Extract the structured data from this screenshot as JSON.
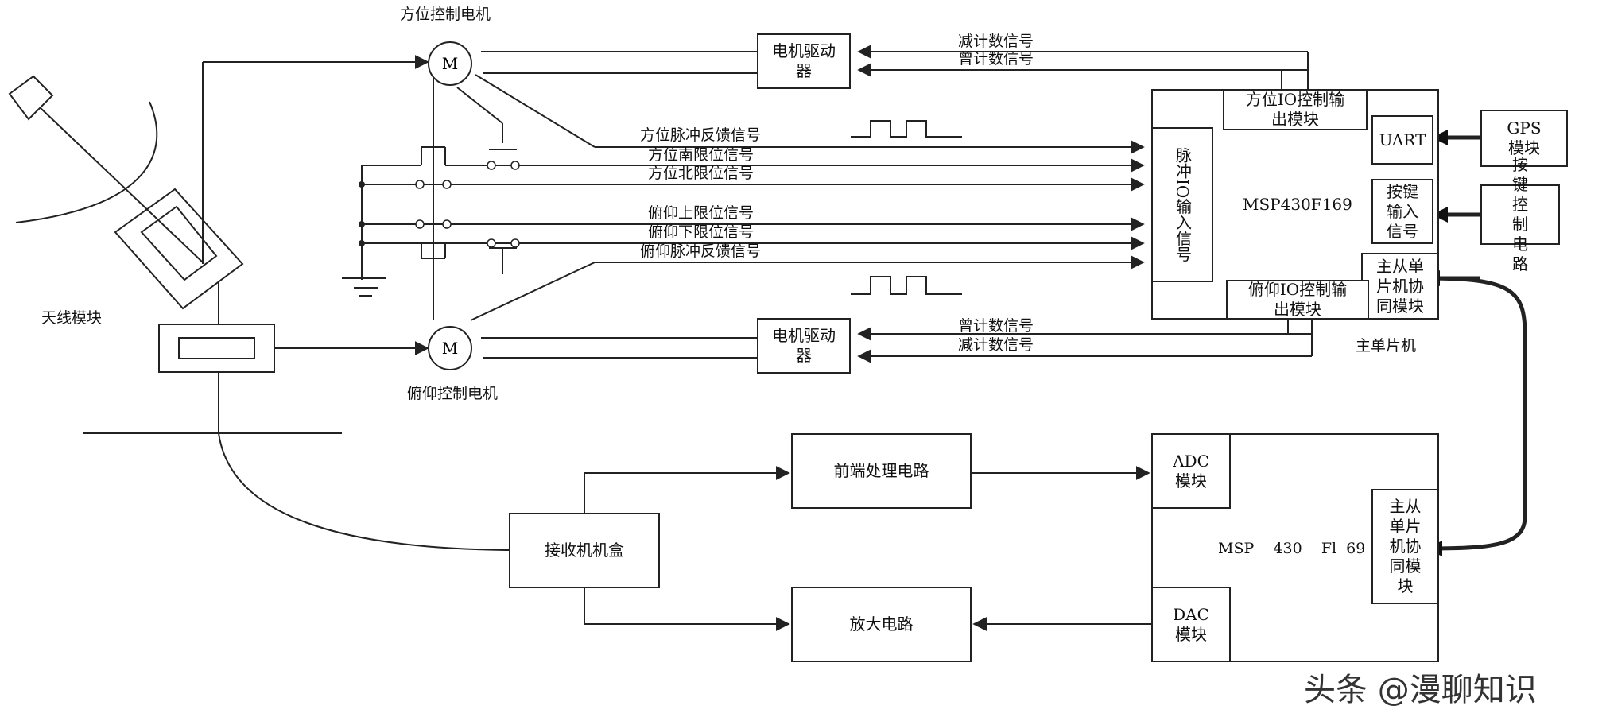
{
  "labels": {
    "azimuth_motor": "方位控制电机",
    "elevation_motor": "俯仰控制电机",
    "antenna_module": "天线模块",
    "main_mcu": "主单片机",
    "motor_symbol": "M"
  },
  "signals": {
    "dec_count": "减计数信号",
    "inc_count": "曾计数信号",
    "az_pulse_feedback": "方位脉冲反馈信号",
    "az_south_limit": "方位南限位信号",
    "az_north_limit": "方位北限位信号",
    "el_upper_limit": "俯仰上限位信号",
    "el_lower_limit": "俯仰下限位信号",
    "el_pulse_feedback": "俯仰脉冲反馈信号"
  },
  "boxes": {
    "motor_driver": "电机驱动器",
    "az_io_module": "方位IO控制输出模块",
    "el_io_module": "俯仰IO控制输出模块",
    "pulse_io_input": "脉冲IO输入信号",
    "mcu1_name": "MSP430F169",
    "uart": "UART",
    "gps_module": "GPS模块",
    "key_input": "按键输入信号",
    "key_circuit": "按键控制电路",
    "master_slave_1": "主从单片机协同模块",
    "adc_module": "ADC模块",
    "dac_module": "DAC模块",
    "mcu2_name": "MSP    430    Fl  69",
    "master_slave_2": "主从单片机协同模块",
    "frontend": "前端处理电路",
    "receiver": "接收机机盒",
    "amplifier": "放大电路"
  },
  "watermark": "头条 @漫聊知识"
}
